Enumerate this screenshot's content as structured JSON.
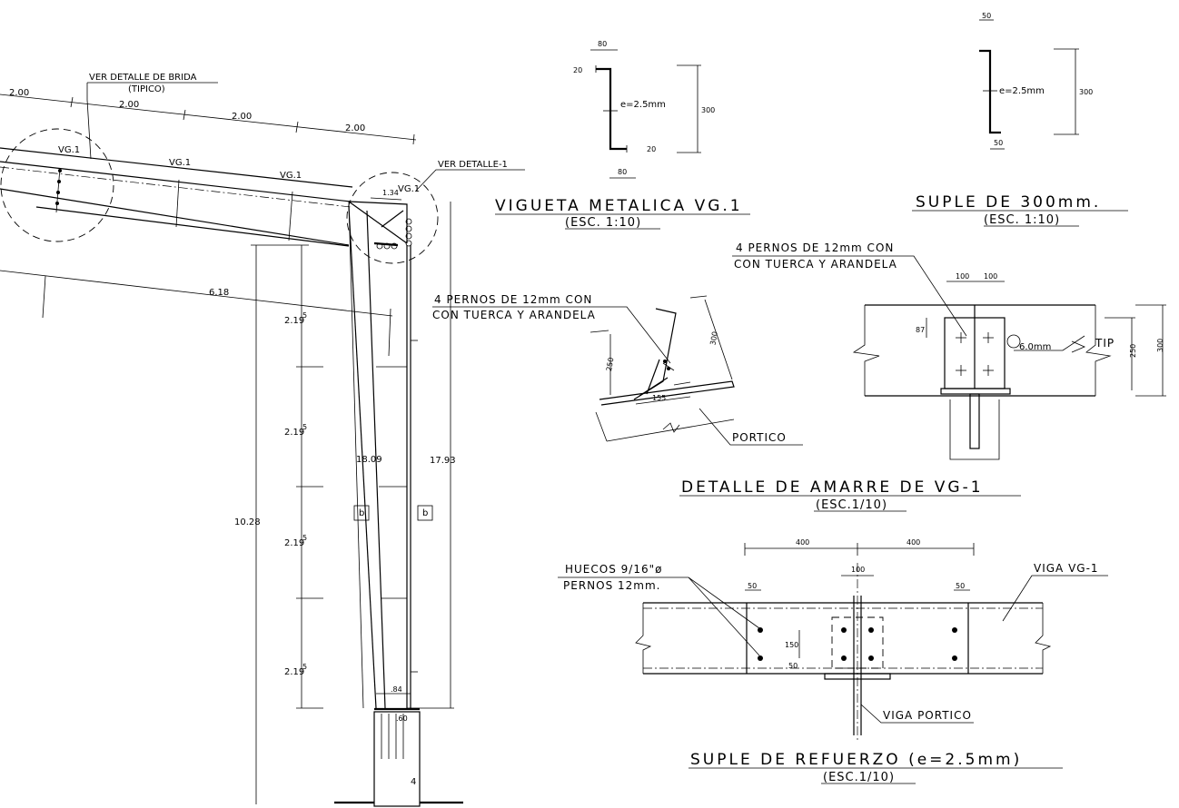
{
  "frame": {
    "top_dims": [
      "2.00",
      "2.00",
      "2.00",
      "2.00"
    ],
    "ver_detalle_brida": "VER DETALLE DE BRIDA",
    "tipico": "(TIPICO)",
    "ver_detalle_1": "VER DETALLE-1",
    "vg_labels": [
      "VG.1",
      "VG.1",
      "VG.1",
      "VG.1"
    ],
    "dim_134": "1.34",
    "dim_618": "6.18",
    "stud_spacing": [
      "2.19",
      "2.19",
      "2.19",
      "2.19"
    ],
    "stud_spacing_sup": "5",
    "dim_1809": "18.09",
    "dim_1793": "17.93",
    "dim_1028": "10.28",
    "dim_84": ".84",
    "dim_60": ".60",
    "section_mark": "b",
    "base_mark": "4"
  },
  "vigueta": {
    "title": "VIGUETA METALICA VG.1",
    "scale": "(ESC. 1:10)",
    "dim_top": "80",
    "dim_bottom": "80",
    "lip_top": "20",
    "lip_bottom": "20",
    "thickness": "e=2.5mm",
    "height": "300"
  },
  "suple300": {
    "title": "SUPLE DE 300mm.",
    "scale": "(ESC. 1:10)",
    "dim_top": "50",
    "dim_bottom": "50",
    "thickness": "e=2.5mm",
    "height": "300"
  },
  "amarre_iso": {
    "bolts": [
      "4 PERNOS DE 12mm CON",
      "CON TUERCA Y ARANDELA"
    ],
    "dim_300": "300",
    "dim_250": "250",
    "dim_155": "155",
    "portico": "PORTICO"
  },
  "amarre_detail": {
    "bolts": [
      "4 PERNOS DE 12mm CON",
      "CON TUERCA Y ARANDELA"
    ],
    "dim_100a": "100",
    "dim_100b": "100",
    "dim_87": "87",
    "weld": "6.0mm",
    "tip": "TIP",
    "dim_250": "250",
    "dim_300": "300",
    "title": "DETALLE DE AMARRE DE VG-1",
    "scale": "(ESC.1/10)"
  },
  "refuerzo": {
    "dim_400a": "400",
    "dim_400b": "400",
    "dim_100": "100",
    "dim_50a": "50",
    "dim_50b": "50",
    "dim_150": "150",
    "dim_50c": "50",
    "holes": [
      "HUECOS 9/16\"ø",
      "PERNOS 12mm."
    ],
    "viga_vg1": "VIGA VG-1",
    "viga_portico": "VIGA PORTICO",
    "title": "SUPLE DE REFUERZO (e=2.5mm)",
    "scale": "(ESC.1/10)"
  }
}
